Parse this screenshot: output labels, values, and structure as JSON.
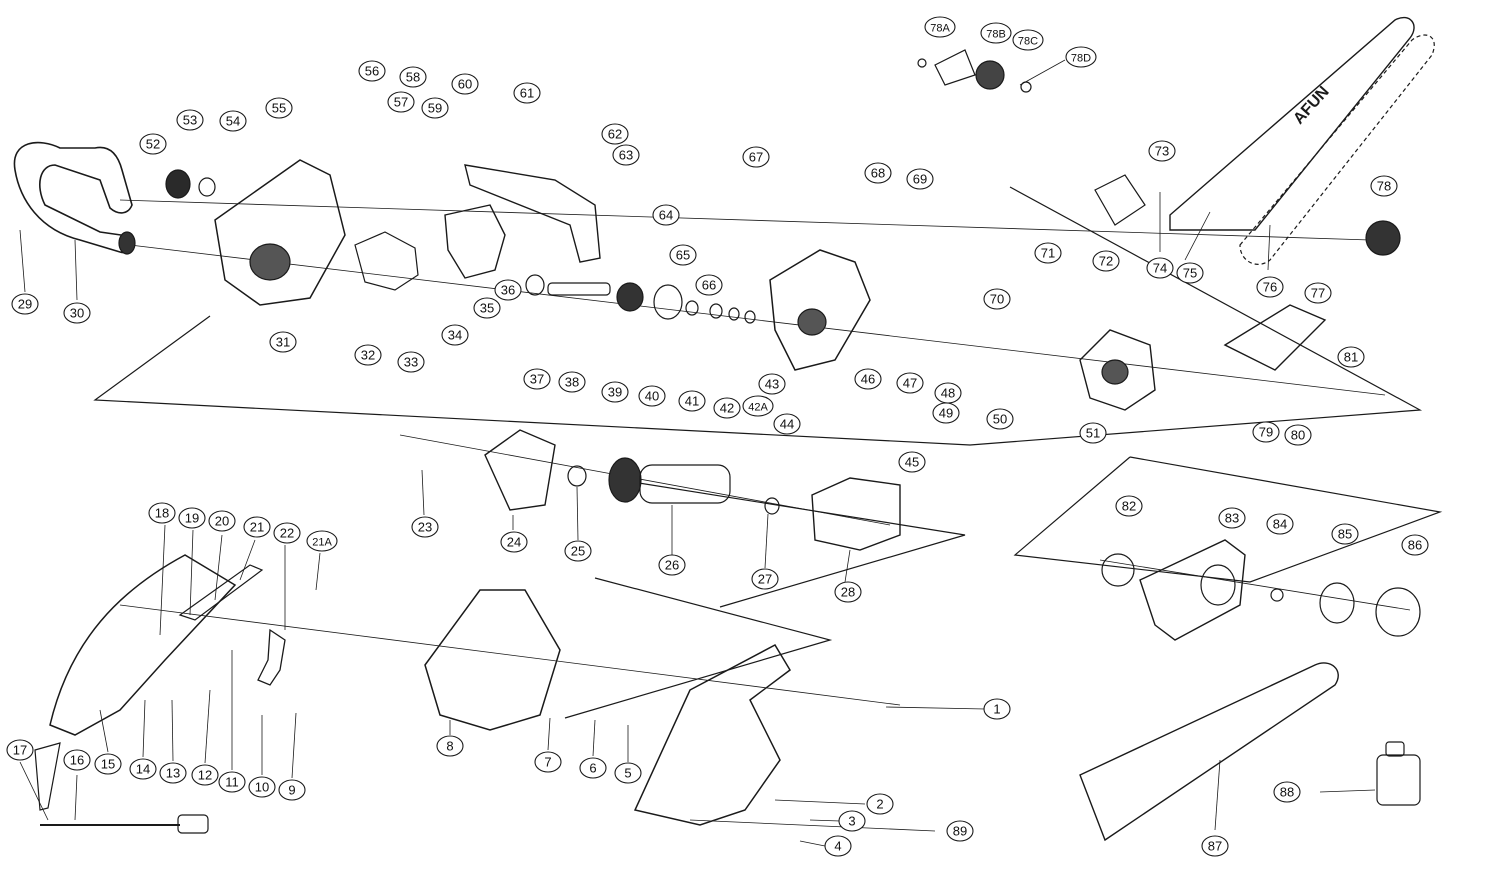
{
  "diagram": {
    "brand_text": "AFUN",
    "labels": [
      "1",
      "2",
      "3",
      "4",
      "5",
      "6",
      "7",
      "8",
      "9",
      "10",
      "11",
      "12",
      "13",
      "14",
      "15",
      "16",
      "17",
      "18",
      "19",
      "20",
      "21",
      "21A",
      "22",
      "23",
      "24",
      "25",
      "26",
      "27",
      "28",
      "29",
      "30",
      "31",
      "32",
      "33",
      "34",
      "35",
      "36",
      "37",
      "38",
      "39",
      "40",
      "41",
      "42",
      "42A",
      "43",
      "44",
      "45",
      "46",
      "47",
      "48",
      "49",
      "50",
      "51",
      "52",
      "53",
      "54",
      "55",
      "56",
      "57",
      "58",
      "59",
      "60",
      "61",
      "62",
      "63",
      "64",
      "65",
      "66",
      "67",
      "68",
      "69",
      "70",
      "71",
      "72",
      "73",
      "74",
      "75",
      "76",
      "77",
      "78",
      "78A",
      "78B",
      "78C",
      "78D",
      "79",
      "80",
      "81",
      "82",
      "83",
      "84",
      "85",
      "86",
      "87",
      "88",
      "89"
    ]
  }
}
